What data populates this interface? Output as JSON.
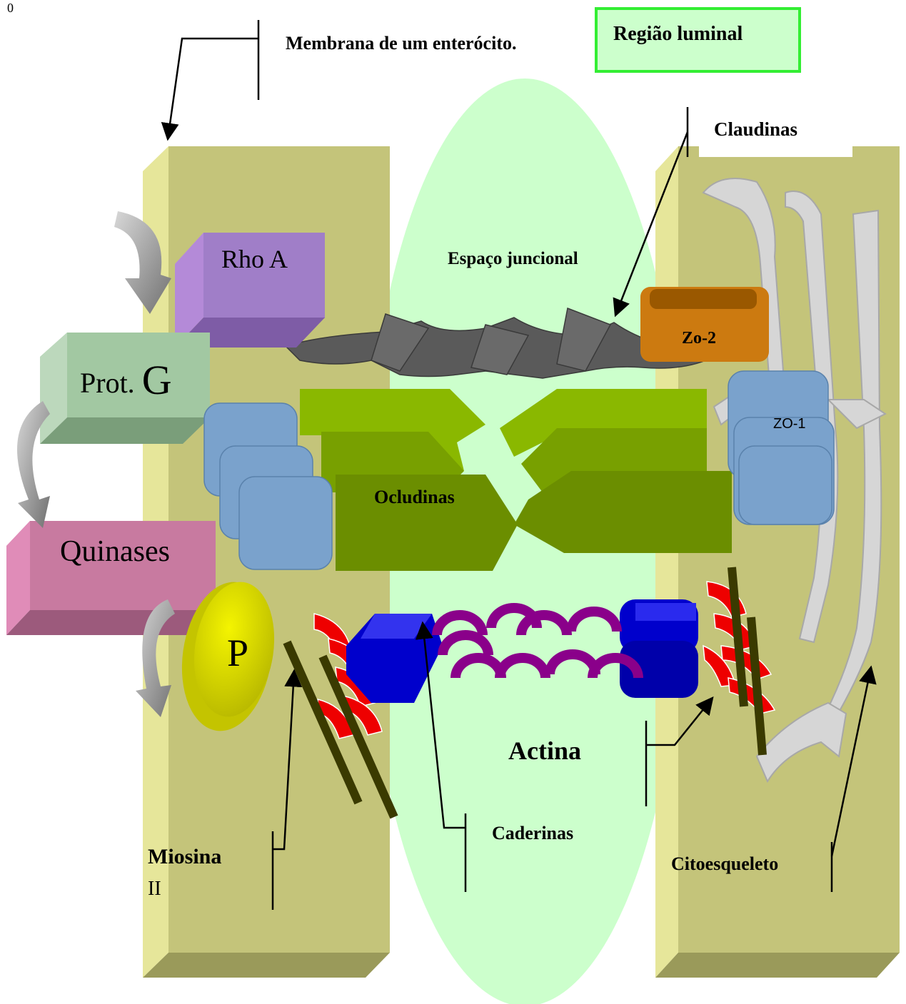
{
  "page_marker": "0",
  "labels": {
    "membrana": "Membrana de um enterócito.",
    "regiao_luminal": "Região luminal",
    "claudinas": "Claudinas",
    "espaco_juncional": "Espaço juncional",
    "rho_a": "Rho A",
    "zo2": "Zo-2",
    "prot_g_prefix": "Prot.",
    "prot_g_letter": "G",
    "zo1": "ZO-1",
    "ocludinas": "Ocludinas",
    "quinases": "Quinases",
    "p": "P",
    "actina": "Actina",
    "caderinas": "Caderinas",
    "miosina": "Miosina",
    "miosina_ii": "II",
    "citoesqueleto": "Citoesqueleto"
  },
  "colors": {
    "membrane_face": "#c4c47a",
    "membrane_side": "#e6e69a",
    "membrane_bottom": "#9a9a5a",
    "luminal_green": "#ccffcc",
    "luminal_border": "#33ee33",
    "rho_a": "#a07ec8",
    "prot_g": "#a2c8a2",
    "quinases": "#c87aa0",
    "zo2": "#cc7a10",
    "zo1": "#7aa2cc",
    "ocludinas": "#78a000",
    "claudinas": "#555555",
    "caderinas": "#0000cc",
    "actina_rings": "#8a008a",
    "myosin_red": "#ee0000",
    "myosin_bar": "#3a3a00",
    "p_yellow": "#d8d800",
    "cytoskeleton": "#cfcfcf",
    "arrow_gray": "#8a8a8a"
  }
}
